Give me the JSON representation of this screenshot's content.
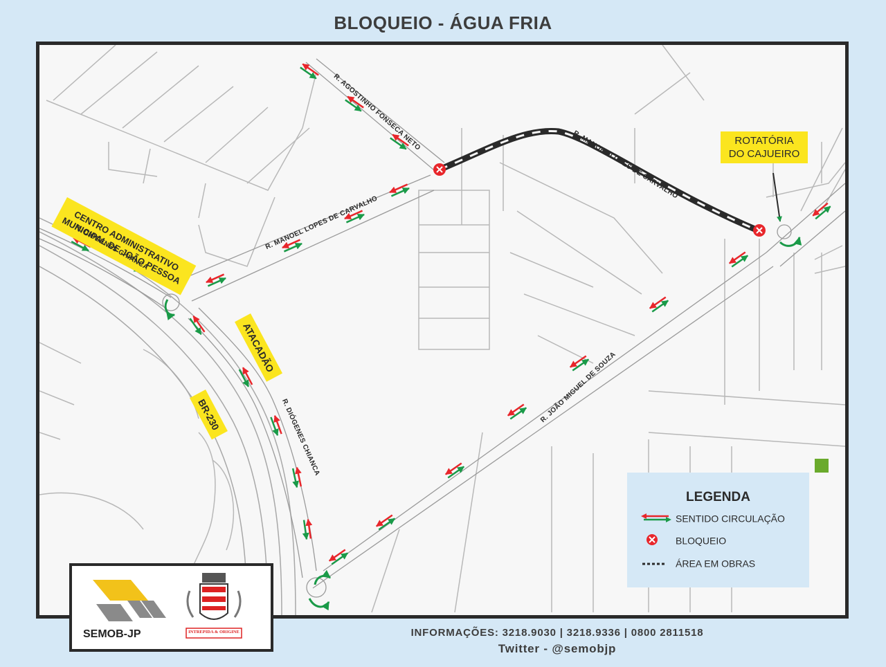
{
  "title": "BLOQUEIO - ÁGUA FRIA",
  "labels": {
    "rotatoria": "ROTATÓRIA DO CAJUEIRO",
    "centro_line1": "CENTRO ADMINISTRATIVO",
    "centro_line2": "MUNICIPAL DE JOÃO PESSOA",
    "atacadao": "ATACADÃO",
    "br230": "BR-230"
  },
  "streets": {
    "agostinho": "R. AGOSTINHO FONSECA NETO",
    "manoel_top": "R. MANOEL LOPES DE CARVALHO",
    "manoel_diag": "R. MANOEL LOPES DE CARVALHO",
    "diogenes_left": "R. DIÓGENES CHIANCA",
    "diogenes_right": "R. DIÓGENES CHIANCA",
    "joao_miguel": "R. JOÃO MIGUEL DE SOUZA"
  },
  "legend": {
    "title": "LEGENDA",
    "sentido": "SENTIDO CIRCULAÇÃO",
    "bloqueio": "BLOQUEIO",
    "obras": "ÁREA EM OBRAS"
  },
  "colors": {
    "arrow_red": "#e8262b",
    "arrow_green": "#1a9a48",
    "label_yellow": "#fbe51f",
    "background_blue": "#d5e8f6"
  },
  "footer": {
    "info": "INFORMAÇÕES: 3218.9030 | 3218.9336 | 0800 2811518",
    "twitter": "Twitter - @semobjp"
  },
  "logo": {
    "semob": "SEMOB-JP",
    "seal_motto": "INTREPIDA & ORIGINE"
  }
}
